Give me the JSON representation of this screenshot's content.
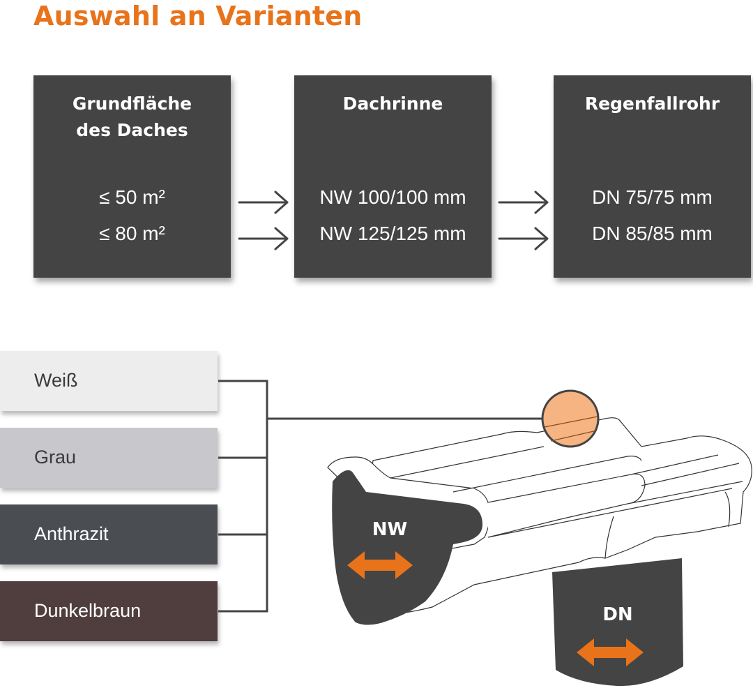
{
  "title": "Auswahl an Varianten",
  "colors": {
    "accent": "#e8731a",
    "box_bg": "#444444",
    "marker_fill": "#f5b482",
    "line": "#444444"
  },
  "boxes": [
    {
      "heading_line1": "Grundfläche",
      "heading_line2": "des Daches",
      "rows": [
        "≤ 50  m²",
        "≤ 80  m²"
      ]
    },
    {
      "heading_line1": "Dachrinne",
      "heading_line2": "",
      "rows": [
        "NW 100/100 mm",
        "NW 125/125 mm"
      ]
    },
    {
      "heading_line1": "Regenfallrohr",
      "heading_line2": "",
      "rows": [
        "DN 75/75 mm",
        "DN 85/85 mm"
      ]
    }
  ],
  "arrows": [
    "arrow-right-icon",
    "arrow-right-icon",
    "arrow-right-icon",
    "arrow-right-icon"
  ],
  "color_variants": [
    {
      "label": "Weiß",
      "bg": "#ededed",
      "text": "#3a3a3a"
    },
    {
      "label": "Grau",
      "bg": "#c8c8cc",
      "text": "#3a3a3a"
    },
    {
      "label": "Anthrazit",
      "bg": "#4a4d52",
      "text": "#ffffff"
    },
    {
      "label": "Dunkelbraun",
      "bg": "#4f3e3d",
      "text": "#ffffff"
    }
  ],
  "illustration": {
    "gutter_label": "NW",
    "pipe_label": "DN",
    "gutter_arrow_icon": "double-arrow-horizontal-icon",
    "pipe_arrow_icon": "double-arrow-horizontal-icon"
  }
}
